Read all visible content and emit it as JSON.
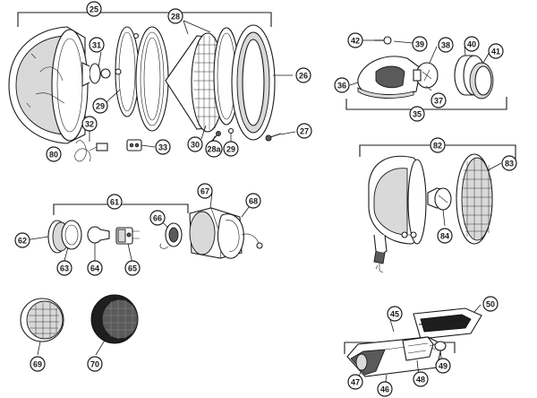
{
  "callouts": [
    {
      "id": "c25",
      "label": "25"
    },
    {
      "id": "c28",
      "label": "28"
    },
    {
      "id": "c31",
      "label": "31"
    },
    {
      "id": "c29a",
      "label": "29"
    },
    {
      "id": "c26",
      "label": "26"
    },
    {
      "id": "c30",
      "label": "30"
    },
    {
      "id": "c28a",
      "label": "28a"
    },
    {
      "id": "c29b",
      "label": "29"
    },
    {
      "id": "c27",
      "label": "27"
    },
    {
      "id": "c32",
      "label": "32"
    },
    {
      "id": "c33",
      "label": "33"
    },
    {
      "id": "c80",
      "label": "80"
    },
    {
      "id": "c42",
      "label": "42"
    },
    {
      "id": "c39",
      "label": "39"
    },
    {
      "id": "c38",
      "label": "38"
    },
    {
      "id": "c40",
      "label": "40"
    },
    {
      "id": "c41",
      "label": "41"
    },
    {
      "id": "c36",
      "label": "36"
    },
    {
      "id": "c37",
      "label": "37"
    },
    {
      "id": "c35",
      "label": "35"
    },
    {
      "id": "c82",
      "label": "82"
    },
    {
      "id": "c83",
      "label": "83"
    },
    {
      "id": "c84",
      "label": "84"
    },
    {
      "id": "c61",
      "label": "61"
    },
    {
      "id": "c67",
      "label": "67"
    },
    {
      "id": "c68",
      "label": "68"
    },
    {
      "id": "c66",
      "label": "66"
    },
    {
      "id": "c62",
      "label": "62"
    },
    {
      "id": "c63",
      "label": "63"
    },
    {
      "id": "c64",
      "label": "64"
    },
    {
      "id": "c65",
      "label": "65"
    },
    {
      "id": "c45",
      "label": "45"
    },
    {
      "id": "c50",
      "label": "50"
    },
    {
      "id": "c69",
      "label": "69"
    },
    {
      "id": "c70",
      "label": "70"
    },
    {
      "id": "c47",
      "label": "47"
    },
    {
      "id": "c46",
      "label": "46"
    },
    {
      "id": "c48",
      "label": "48"
    },
    {
      "id": "c49",
      "label": "49"
    }
  ]
}
